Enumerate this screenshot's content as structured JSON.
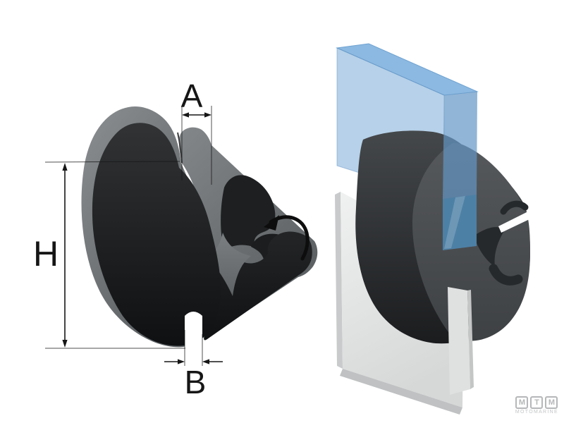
{
  "diagram": {
    "dimension_labels": {
      "slot_width_top": "A",
      "total_height": "H",
      "slot_width_bottom": "B"
    }
  },
  "logo": {
    "letter_1": "M",
    "letter_2": "T",
    "letter_3": "M",
    "subtitle": "MOTOMARINE"
  },
  "colors": {
    "background": "#ffffff",
    "seal_face_dark": "#17191b",
    "seal_body_gray": "#6c7072",
    "seal_section_gray": "#4b4e51",
    "glass_blue_light": "#a7c9e8",
    "glass_blue_dark": "#4d80a5",
    "panel_gray": "#e9eaea",
    "dimension_line": "#161616",
    "logo_gray": "#b5b7b8"
  }
}
